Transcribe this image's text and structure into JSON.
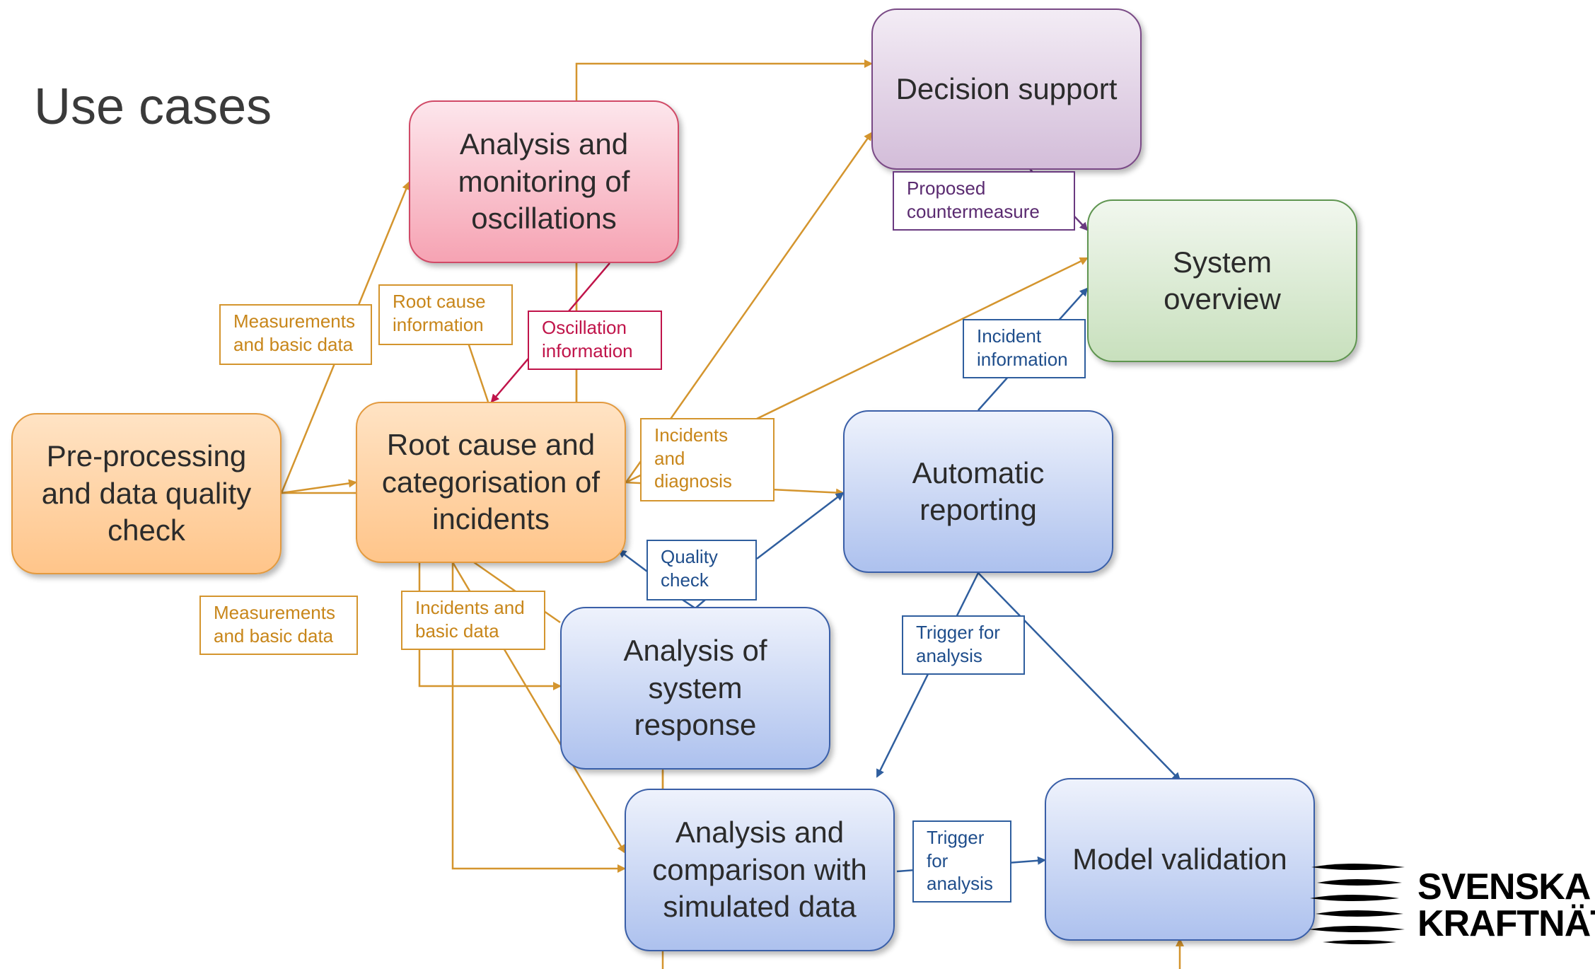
{
  "title": "Use cases",
  "colors": {
    "orange": "#d4952e",
    "blue": "#2f5e9e",
    "red": "#c0144a",
    "purple": "#6a3a80"
  },
  "nodes": {
    "preprocessing": "Pre-processing\nand data quality\ncheck",
    "oscillations": "Analysis and\nmonitoring of\noscillations",
    "root_cause": "Root cause and\ncategorisation of\nincidents",
    "decision_support": "Decision support",
    "system_overview": "System\noverview",
    "automatic_reporting": "Automatic\nreporting",
    "system_response": "Analysis of\nsystem\nresponse",
    "simulated_comparison": "Analysis and\ncomparison with\nsimulated data",
    "model_validation": "Model validation"
  },
  "labels": {
    "measurements_top": "Measurements\nand basic data",
    "root_cause_info": "Root cause\ninformation",
    "oscillation_info": "Oscillation\ninformation",
    "proposed_countermeasure": "Proposed\ncountermeasure",
    "incident_information": "Incident\ninformation",
    "incidents_diagnosis": "Incidents\nand\ndiagnosis",
    "quality_check": "Quality\ncheck",
    "measurements_bottom": "Measurements\nand basic data",
    "incidents_basic": "Incidents and\nbasic data",
    "trigger_analysis_1": "Trigger for\nanalysis",
    "trigger_analysis_2": "Trigger\nfor\nanalysis"
  },
  "logo": {
    "text": "SVENSKA\nKRAFTNÄT"
  }
}
